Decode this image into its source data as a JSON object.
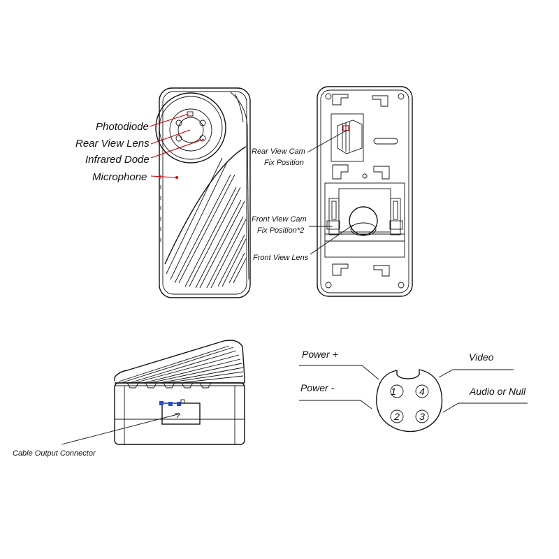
{
  "front_labels": {
    "photodiode": "Photodiode",
    "rear_view_lens": "Rear View Lens",
    "infrared_diode": "Infrared Dode",
    "microphone": "Microphone"
  },
  "back_labels": {
    "rear_cam_line1": "Rear View  Cam",
    "rear_cam_line2": "Fix Position",
    "front_cam_line1": "Front View Cam",
    "front_cam_line2": "Fix Position*2",
    "front_view_lens": "Front View Lens"
  },
  "bottom_labels": {
    "cable_output_connector": "Cable Output Connector"
  },
  "connector": {
    "power_plus": "Power +",
    "power_minus": "Power -",
    "video": "Video",
    "audio": "Audio or Null",
    "pins": [
      "1",
      "4",
      "2",
      "3"
    ]
  },
  "colors": {
    "line": "#111111",
    "accent_red": "#d10000",
    "accent_blue": "#1e4fd8"
  }
}
